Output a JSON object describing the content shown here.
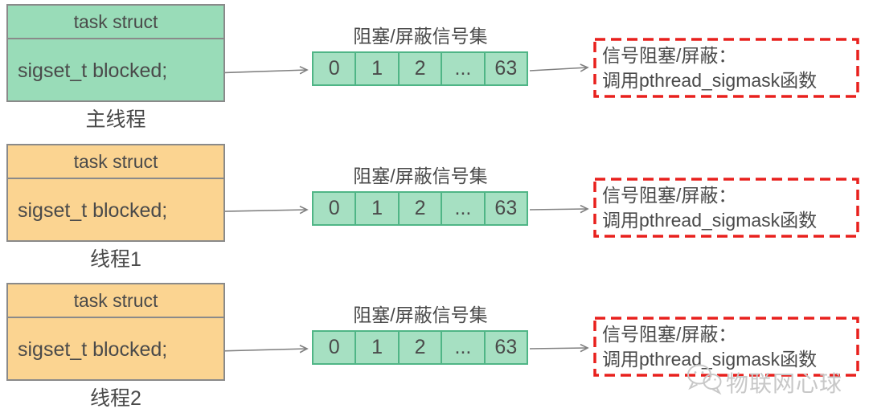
{
  "rows": [
    {
      "thread_label": "主线程",
      "box_title": "task struct",
      "box_field": "sigset_t blocked;",
      "set_label": "阻塞/屏蔽信号集",
      "cells": [
        "0",
        "1",
        "2",
        "...",
        "63"
      ],
      "note_line1": "信号阻塞/屏蔽：",
      "note_line2": "调用pthread_sigmask函数",
      "box_color": "green"
    },
    {
      "thread_label": "线程1",
      "box_title": "task struct",
      "box_field": "sigset_t blocked;",
      "set_label": "阻塞/屏蔽信号集",
      "cells": [
        "0",
        "1",
        "2",
        "...",
        "63"
      ],
      "note_line1": "信号阻塞/屏蔽：",
      "note_line2": "调用pthread_sigmask函数",
      "box_color": "orange"
    },
    {
      "thread_label": "线程2",
      "box_title": "task struct",
      "box_field": "sigset_t blocked;",
      "set_label": "阻塞/屏蔽信号集",
      "cells": [
        "0",
        "1",
        "2",
        "...",
        "63"
      ],
      "note_line1": "信号阻塞/屏蔽：",
      "note_line2": "调用pthread_sigmask函数",
      "box_color": "orange"
    }
  ],
  "watermark": {
    "icon": "wechat-icon",
    "text": "物联网心球"
  },
  "colors": {
    "green_fill": "#99dcb8",
    "orange_fill": "#fbd491",
    "cell_fill": "#a6e0c2",
    "cell_border": "#4fb586",
    "box_border": "#8a8a8a",
    "dashed_red": "#e8201d",
    "text_dark": "#4a4a4a",
    "arrow": "#808080",
    "watermark": "#c8c8c8"
  }
}
